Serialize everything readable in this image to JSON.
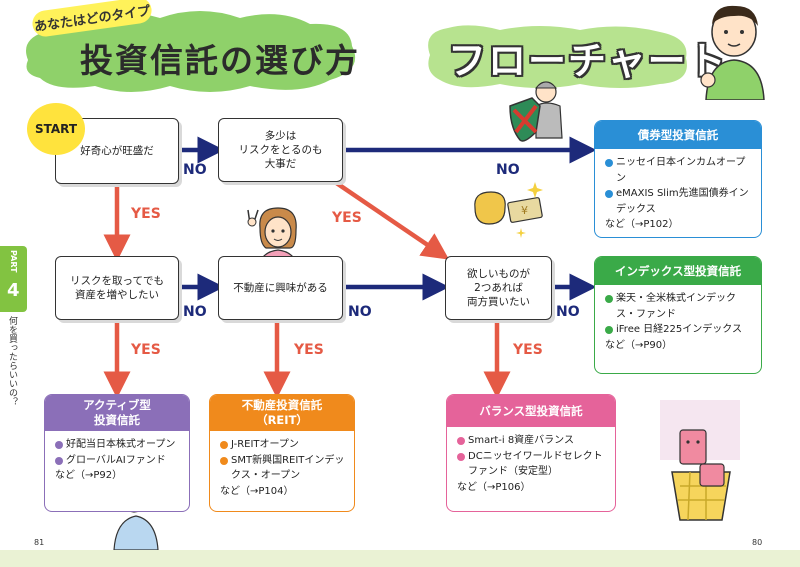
{
  "header": {
    "subtitle": "あなたはどのタイプ",
    "title": "投資信託の選び方",
    "flow_title": "フローチャート"
  },
  "side": {
    "part_label": "PART",
    "part_number": "4",
    "caption": "何を買ったらいいの？"
  },
  "start_label": "START",
  "questions": {
    "q1": "好奇心が旺盛だ",
    "q2": [
      "多少は",
      "リスクをとるのも",
      "大事だ"
    ],
    "q3": [
      "リスクを取ってでも",
      "資産を増やしたい"
    ],
    "q4": "不動産に興味がある",
    "q5": [
      "欲しいものが",
      "2つあれば",
      "両方買いたい"
    ]
  },
  "edge_labels": {
    "yes": "YES",
    "no": "NO"
  },
  "results": {
    "bond": {
      "title": "債券型投資信託",
      "items": [
        "ニッセイ日本インカムオープン",
        "eMAXIS Slim先進国債券インデックス"
      ],
      "ref": "など（→P102）",
      "color": "#2a8fd6"
    },
    "index": {
      "title": "インデックス型投資信託",
      "items": [
        "楽天・全米株式インデックス・ファンド",
        "iFree 日経225インデックス"
      ],
      "ref": "など（→P90）",
      "color": "#3aaa48"
    },
    "active": {
      "title": [
        "アクティブ型",
        "投資信託"
      ],
      "items": [
        "好配当日本株式オープン",
        "グローバルAIファンド"
      ],
      "ref": "など（→P92）",
      "color": "#8b6fb8"
    },
    "reit": {
      "title": [
        "不動産投資信託",
        "（REIT）"
      ],
      "items": [
        "J-REITオープン",
        "SMT新興国REITインデックス・オープン"
      ],
      "ref": "など（→P104）",
      "color": "#f08a1c"
    },
    "balance": {
      "title": "バランス型投資信託",
      "items": [
        "Smart-i 8資産バランス",
        "DCニッセイワールドセレクトファンド（安定型）"
      ],
      "ref": "など（→P106）",
      "color": "#e5639a"
    }
  },
  "colors": {
    "arrow_no": "#1d2a7a",
    "arrow_yes": "#e55a45",
    "cloud": "#8fd16a",
    "accent_yellow": "#ffe33d",
    "side_tab": "#82c341"
  },
  "page_numbers": {
    "left": "81",
    "right": "80"
  }
}
